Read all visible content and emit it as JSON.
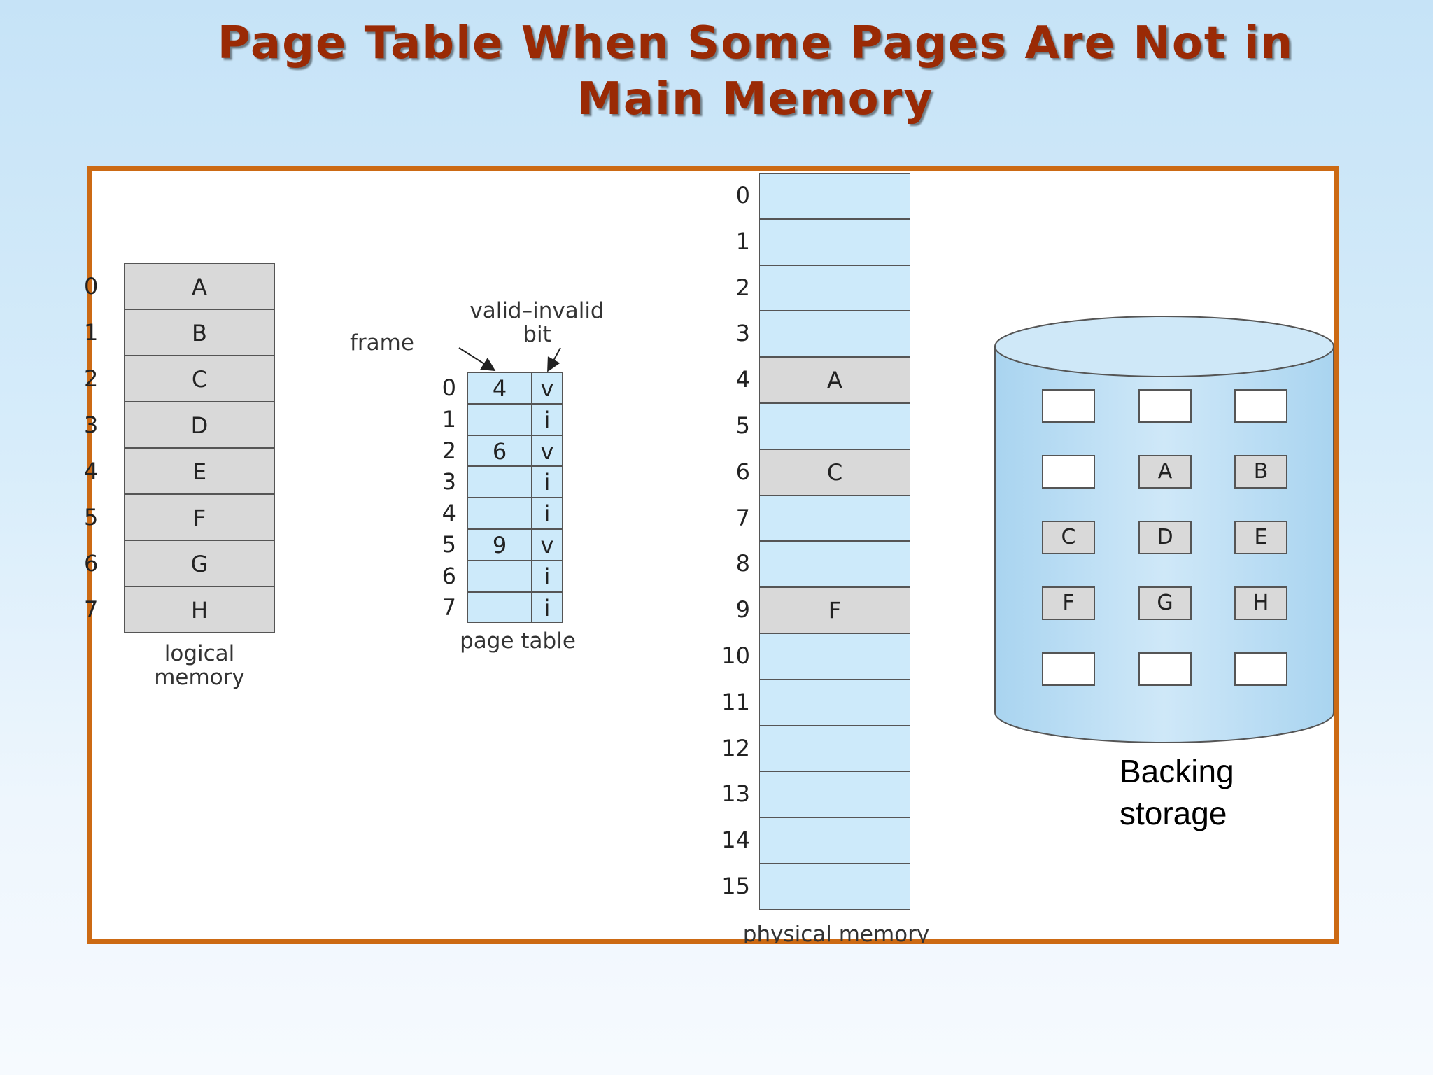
{
  "title": "Page Table When Some Pages Are Not in Main Memory",
  "logical_memory": {
    "label_line1": "logical",
    "label_line2": "memory",
    "pages": [
      {
        "index": "0",
        "content": "A"
      },
      {
        "index": "1",
        "content": "B"
      },
      {
        "index": "2",
        "content": "C"
      },
      {
        "index": "3",
        "content": "D"
      },
      {
        "index": "4",
        "content": "E"
      },
      {
        "index": "5",
        "content": "F"
      },
      {
        "index": "6",
        "content": "G"
      },
      {
        "index": "7",
        "content": "H"
      }
    ]
  },
  "page_table": {
    "label": "page table",
    "frame_label": "frame",
    "valid_label_line1": "valid–invalid",
    "valid_label_line2": "bit",
    "entries": [
      {
        "index": "0",
        "frame": "4",
        "bit": "v"
      },
      {
        "index": "1",
        "frame": "",
        "bit": "i"
      },
      {
        "index": "2",
        "frame": "6",
        "bit": "v"
      },
      {
        "index": "3",
        "frame": "",
        "bit": "i"
      },
      {
        "index": "4",
        "frame": "",
        "bit": "i"
      },
      {
        "index": "5",
        "frame": "9",
        "bit": "v"
      },
      {
        "index": "6",
        "frame": "",
        "bit": "i"
      },
      {
        "index": "7",
        "frame": "",
        "bit": "i"
      }
    ]
  },
  "physical_memory": {
    "label": "physical memory",
    "frames": [
      {
        "index": "0",
        "content": ""
      },
      {
        "index": "1",
        "content": ""
      },
      {
        "index": "2",
        "content": ""
      },
      {
        "index": "3",
        "content": ""
      },
      {
        "index": "4",
        "content": "A"
      },
      {
        "index": "5",
        "content": ""
      },
      {
        "index": "6",
        "content": "C"
      },
      {
        "index": "7",
        "content": ""
      },
      {
        "index": "8",
        "content": ""
      },
      {
        "index": "9",
        "content": "F"
      },
      {
        "index": "10",
        "content": ""
      },
      {
        "index": "11",
        "content": ""
      },
      {
        "index": "12",
        "content": ""
      },
      {
        "index": "13",
        "content": ""
      },
      {
        "index": "14",
        "content": ""
      },
      {
        "index": "15",
        "content": ""
      }
    ]
  },
  "backing_storage": {
    "label_line1": "Backing",
    "label_line2": "storage",
    "slots": [
      "",
      "",
      "",
      "",
      "A",
      "B",
      "C",
      "D",
      "E",
      "F",
      "G",
      "H",
      "",
      "",
      ""
    ]
  },
  "colors": {
    "title": "#9a2a05",
    "frame_border": "#cc6a14",
    "page_gray": "#d9d9d9",
    "memory_blue": "#cdeafa"
  }
}
